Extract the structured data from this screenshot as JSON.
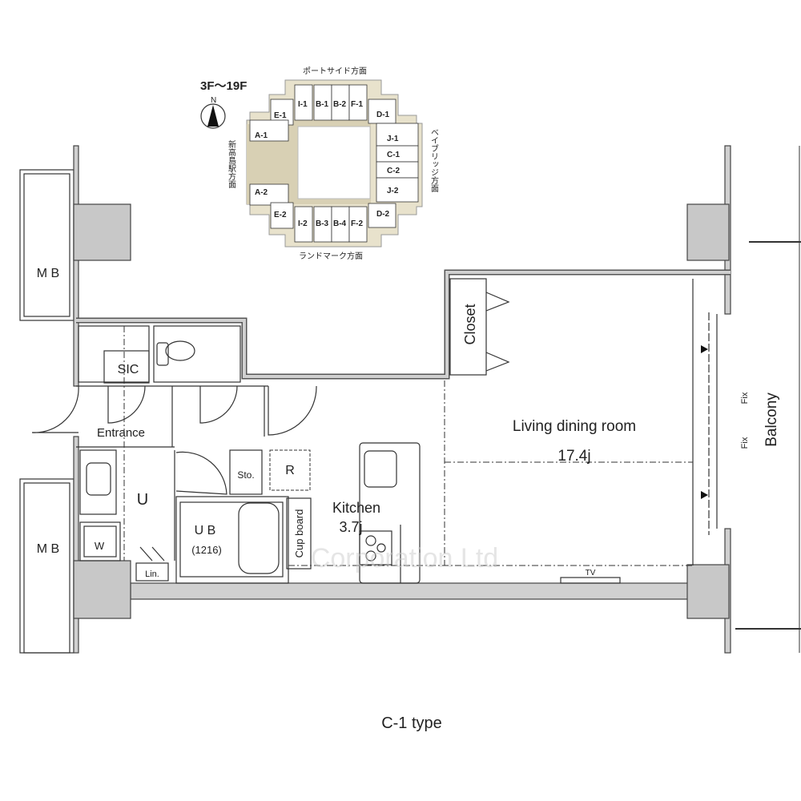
{
  "key_plan": {
    "floors": "3F～19F",
    "north": "N",
    "directions": {
      "top": "ポートサイド方面",
      "bottom": "ランドマーク方面",
      "left": "新高島駅方面",
      "right": "ベイブリッジ方面"
    },
    "units": [
      "I-1",
      "B-1",
      "B-2",
      "F-1",
      "E-1",
      "D-1",
      "A-1",
      "J-1",
      "C-1",
      "C-2",
      "J-2",
      "A-2",
      "E-2",
      "I-2",
      "B-3",
      "B-4",
      "F-2",
      "D-2"
    ],
    "highlighted_unit": "C-1"
  },
  "rooms": {
    "mb_top": "M B",
    "mb_bottom": "M B",
    "sic": "SIC",
    "entrance": "Entrance",
    "u": "U",
    "w": "W",
    "lin": "Lin.",
    "ub": "U B",
    "ub_size": "(1216)",
    "sto": "Sto.",
    "r": "R",
    "cupboard": "Cup board",
    "kitchen": "Kitchen",
    "kitchen_size": "3.7j",
    "closet": "Closet",
    "living": "Living dining room",
    "living_size": "17.4j",
    "fix1": "Fix",
    "fix2": "Fix",
    "balcony": "Balcony",
    "tv": "TV"
  },
  "watermark": "Corporation Ltd",
  "caption": "C-1 type",
  "colors": {
    "wall": "#d0d0d0",
    "line": "#333333",
    "keyplan_fill": "#e8e2cc"
  }
}
